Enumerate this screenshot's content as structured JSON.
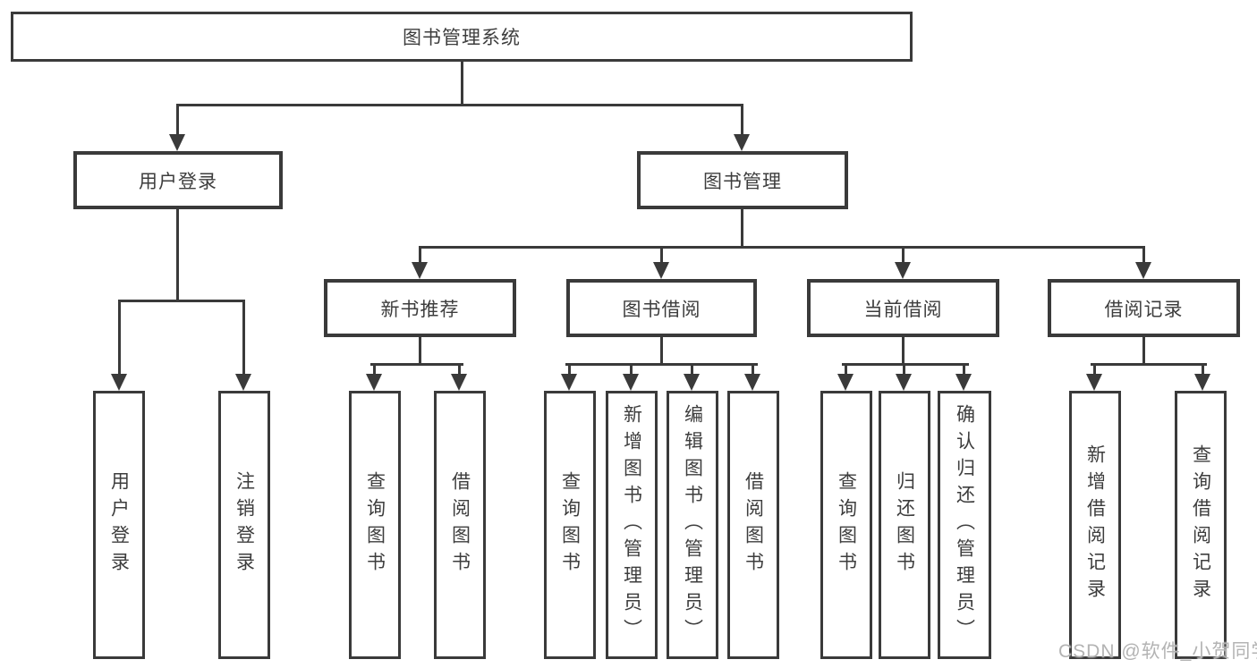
{
  "diagram": {
    "root": {
      "label": "图书管理系统"
    },
    "level2": [
      {
        "label": "用户登录"
      },
      {
        "label": "图书管理"
      }
    ],
    "level3": [
      {
        "label": "新书推荐"
      },
      {
        "label": "图书借阅"
      },
      {
        "label": "当前借阅"
      },
      {
        "label": "借阅记录"
      }
    ],
    "leaves": [
      {
        "label": "用户登录"
      },
      {
        "label": "注销登录"
      },
      {
        "label": "查询图书"
      },
      {
        "label": "借阅图书"
      },
      {
        "label": "查询图书"
      },
      {
        "label": "新增图书（管理员）"
      },
      {
        "label": "编辑图书（管理员）"
      },
      {
        "label": "借阅图书"
      },
      {
        "label": "查询图书"
      },
      {
        "label": "归还图书"
      },
      {
        "label": "确认归还（管理员）"
      },
      {
        "label": "新增借阅记录"
      },
      {
        "label": "查询借阅记录"
      }
    ]
  },
  "watermark": {
    "text": "CSDN @软件_小贺同学"
  },
  "colors": {
    "line": "#3a3a3a",
    "box_border": "#3a3a3a",
    "text": "#3d3d3d",
    "background": "#ffffff",
    "watermark": "#b3b3b3"
  }
}
